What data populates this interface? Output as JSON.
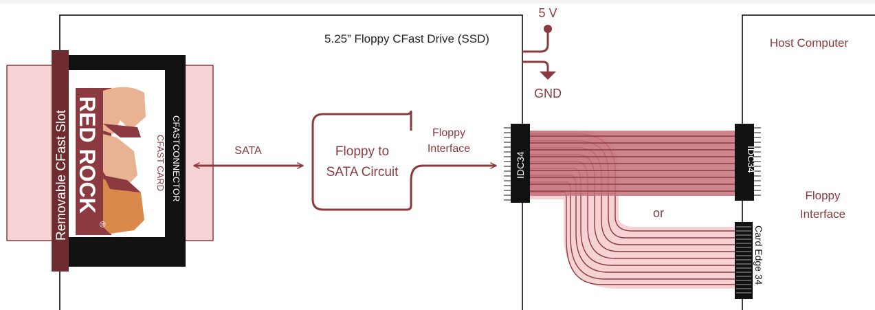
{
  "drive": {
    "title": "5.25” Floppy CFast Drive (SSD)"
  },
  "power": {
    "v5": "5 V",
    "gnd": "GND"
  },
  "slot": {
    "label": "Removable CFast Slot"
  },
  "card": {
    "connector": "CFASTCONNECTOR",
    "card_label": "CFAST CARD",
    "brand": "RED ROCK",
    "registered": "®"
  },
  "links": {
    "sata": "SATA",
    "floppy_interface_l1": "Floppy",
    "floppy_interface_l2": "Interface"
  },
  "circuit": {
    "line1": "Floppy to",
    "line2": "SATA Circuit"
  },
  "connectors": {
    "left_idc": "IDC34",
    "right_idc": "IDC34",
    "card_edge": "Card Edge 34"
  },
  "or_label": "or",
  "host": {
    "title": "Host Computer",
    "iface_l1": "Floppy",
    "iface_l2": "Interface"
  },
  "colors": {
    "brand": "#8b3a3f",
    "cable_fill": "#c4717a",
    "cable_fill_light": "#f6d2d4",
    "card_bg": "#e8b392",
    "black": "#111111",
    "accent_orange": "#d98a4a"
  }
}
